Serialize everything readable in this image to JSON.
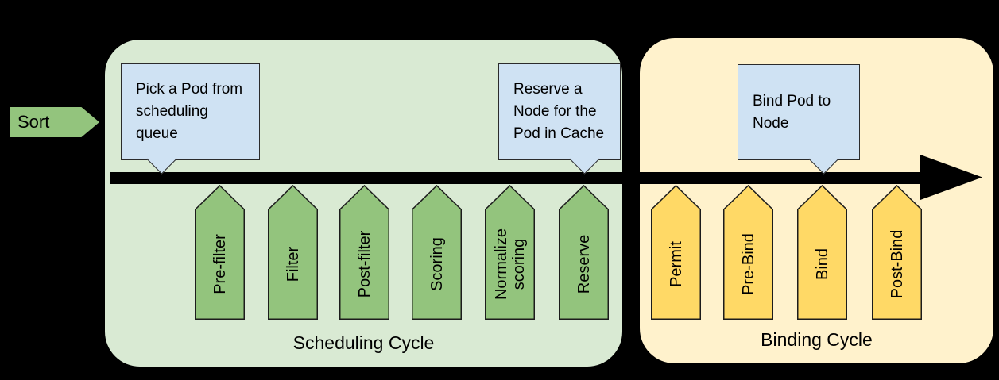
{
  "background_color": "#000000",
  "sort": {
    "label": "Sort",
    "color": "#93c47d"
  },
  "timeline": {
    "color": "#000000"
  },
  "scheduling_cycle": {
    "title": "Scheduling Cycle",
    "container_color": "#d9ead3",
    "stage_color": "#93c47d",
    "callouts": [
      "Pick a Pod from scheduling queue",
      "Reserve a Node for the Pod in Cache"
    ],
    "stages": [
      "Pre-filter",
      "Filter",
      "Post-filter",
      "Scoring",
      "Normalize scoring",
      "Reserve"
    ]
  },
  "binding_cycle": {
    "title": "Binding Cycle",
    "container_color": "#fff2cc",
    "stage_color": "#ffd966",
    "callouts": [
      "Bind Pod to Node"
    ],
    "stages": [
      "Permit",
      "Pre-Bind",
      "Bind",
      "Post-Bind"
    ]
  },
  "callout_color": "#cfe2f3"
}
